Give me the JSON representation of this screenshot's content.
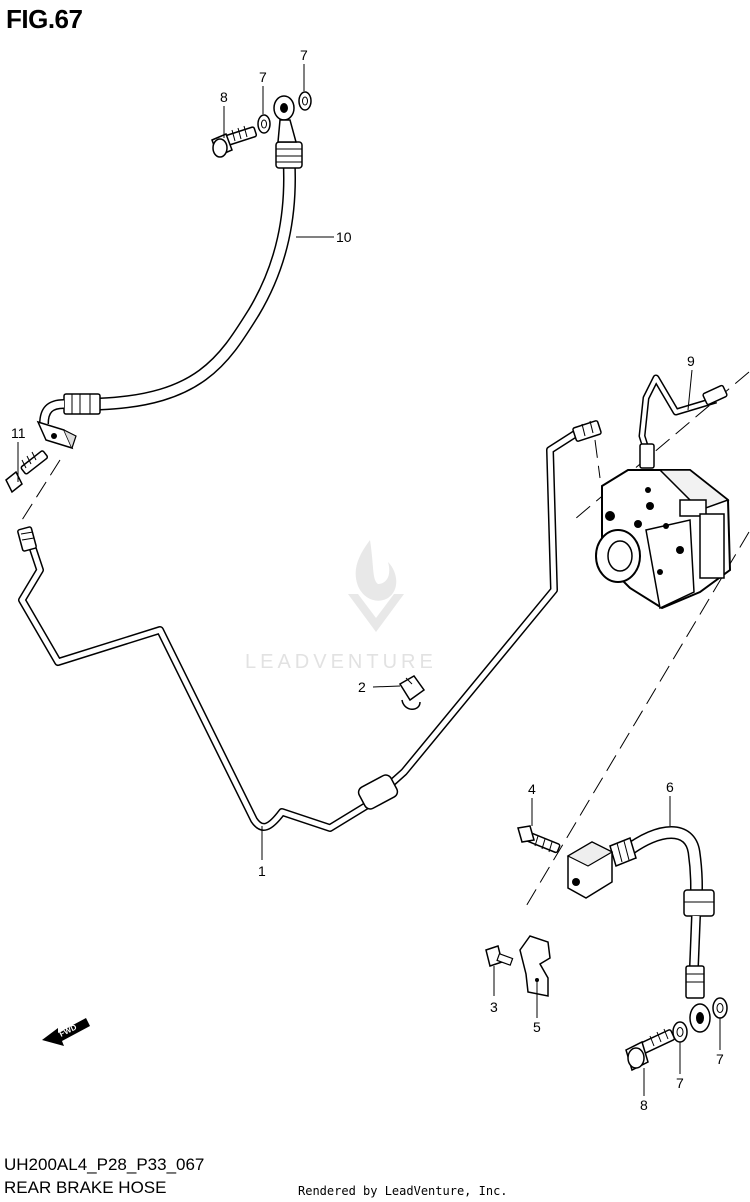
{
  "figure": {
    "title": "FIG.67"
  },
  "diagram": {
    "code": "UH200AL4_P28_P33_067",
    "name": "REAR BRAKE HOSE"
  },
  "credit": "Rendered by LeadVenture, Inc.",
  "watermark": {
    "text": "LEADVENTURE"
  },
  "fwd_arrow": {
    "text": "FWD"
  },
  "callouts": [
    {
      "id": "c8a",
      "label": "8"
    },
    {
      "id": "c7a",
      "label": "7"
    },
    {
      "id": "c7b",
      "label": "7"
    },
    {
      "id": "c10",
      "label": "10"
    },
    {
      "id": "c11",
      "label": "11"
    },
    {
      "id": "c9",
      "label": "9"
    },
    {
      "id": "c2",
      "label": "2"
    },
    {
      "id": "c1",
      "label": "1"
    },
    {
      "id": "c4",
      "label": "4"
    },
    {
      "id": "c6",
      "label": "6"
    },
    {
      "id": "c3",
      "label": "3"
    },
    {
      "id": "c5",
      "label": "5"
    },
    {
      "id": "c7c",
      "label": "7"
    },
    {
      "id": "c7d",
      "label": "7"
    },
    {
      "id": "c8b",
      "label": "8"
    }
  ]
}
